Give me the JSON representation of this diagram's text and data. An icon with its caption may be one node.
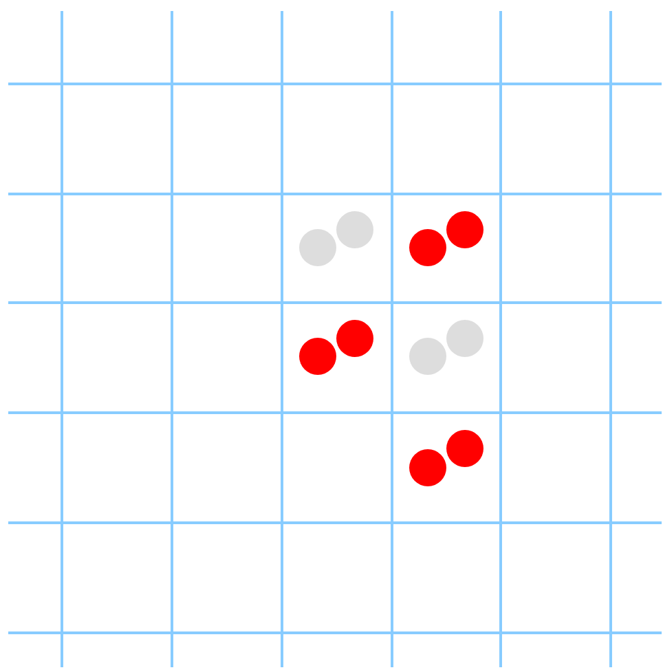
{
  "diagram": {
    "nodes": [
      {
        "text": [],
        "shape": "circle"
      },
      {
        "text": [],
        "shape": "circle"
      },
      {
        "text": [],
        "shape": "circle"
      },
      {
        "text": [],
        "shape": "circle"
      },
      {
        "text": [],
        "shape": "circle"
      },
      {
        "text": [],
        "shape": "circle"
      },
      {
        "text": [],
        "shape": "circle"
      },
      {
        "text": [],
        "shape": "circle"
      },
      {
        "text": [],
        "shape": "circle"
      },
      {
        "text": [],
        "shape": "circle"
      }
    ]
  }
}
